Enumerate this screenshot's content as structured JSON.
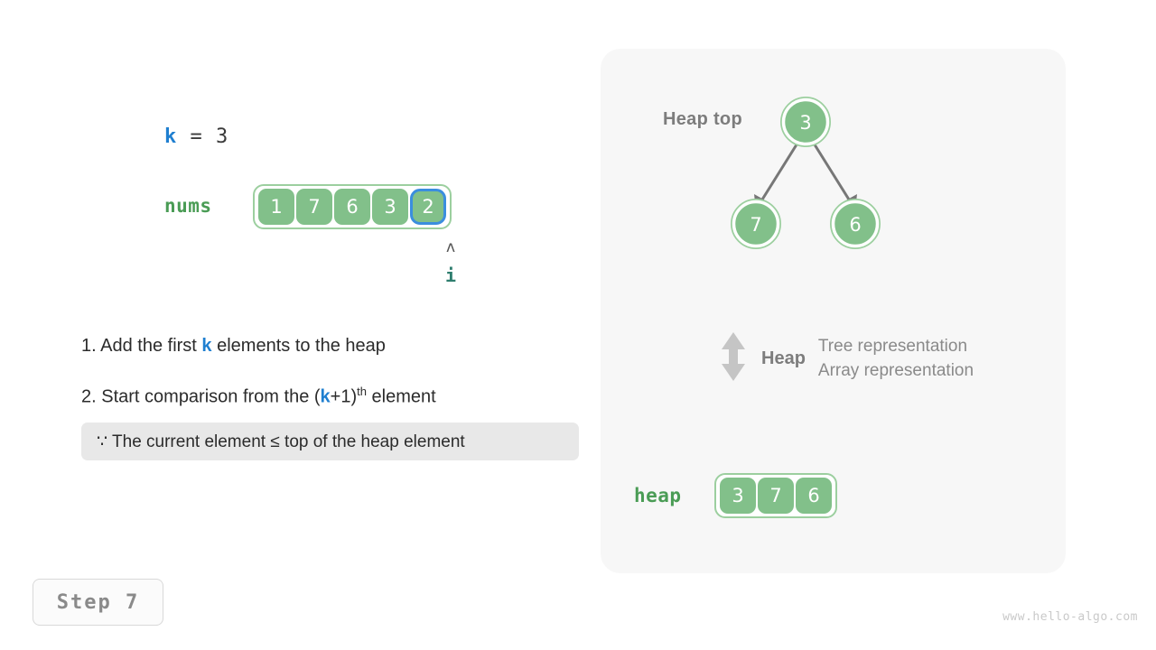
{
  "left": {
    "k_var": "k",
    "k_eq": "=",
    "k_value": "3",
    "nums_label": "nums",
    "nums_values": [
      "1",
      "7",
      "6",
      "3",
      "2"
    ],
    "nums_highlight_index": 4,
    "pointer_caret": "ʌ",
    "pointer_label": "i",
    "step1_prefix": "1. Add the first ",
    "step1_var": "k",
    "step1_suffix": " elements to the heap",
    "step2_prefix": "2. Start comparison from the (",
    "step2_var": "k",
    "step2_mid": "+1)",
    "step2_sup": "th",
    "step2_suffix": " element",
    "reason_text": "∵ The current element ≤ top of the heap element",
    "step_badge": "Step 7",
    "watermark": "www.hello-algo.com"
  },
  "right": {
    "heap_top_label": "Heap top",
    "tree": {
      "root": "3",
      "left_child": "7",
      "right_child": "6"
    },
    "legend": {
      "title": "Heap",
      "line1": "Tree representation",
      "line2": "Array representation",
      "icon": "up-down-arrow-icon"
    },
    "heap_label": "heap",
    "heap_values": [
      "3",
      "7",
      "6"
    ]
  },
  "colors": {
    "green_fill": "#82c08a",
    "green_border": "#9ccf9f",
    "green_text": "#4a9c55",
    "blue_highlight": "#3b8ede",
    "blue_var": "#1f7fd0",
    "panel_bg": "#f7f7f7",
    "callout_bg": "#e8e8e8",
    "gray_text": "#8a8a8a",
    "arrow_gray": "#777777",
    "teal_pointer": "#2e7d6e"
  }
}
